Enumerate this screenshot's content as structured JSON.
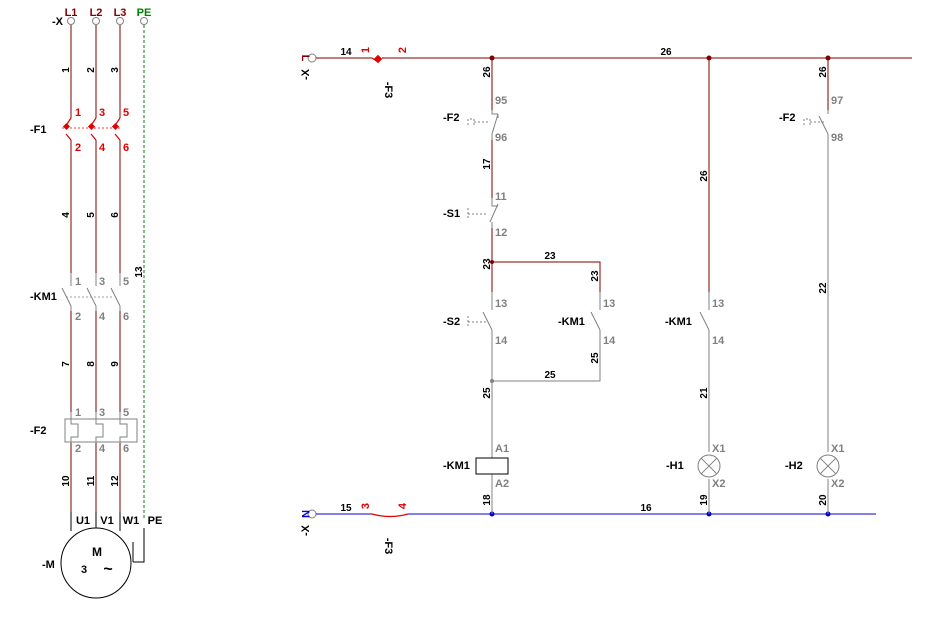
{
  "colors": {
    "phase_wire": "#800000",
    "neutral_wire": "#0000cc",
    "pe_wire": "#008000",
    "component": "#808080",
    "fuse": "#e00000"
  },
  "power": {
    "terminal_strip": "-X",
    "phases": [
      "L1",
      "L2",
      "L3"
    ],
    "pe": "PE",
    "fuse_tag": "-F1",
    "contactor_tag": "-KM1",
    "overload_tag": "-F2",
    "motor_tag": "-M",
    "motor_symbol": "M",
    "motor_phases": "3",
    "motor_ac": "~",
    "motor_terminals": [
      "U1",
      "V1",
      "W1",
      "PE"
    ],
    "wires_top": [
      "1",
      "2",
      "3"
    ],
    "wires_fuse_out": [
      "4",
      "5",
      "6"
    ],
    "wires_km_out": [
      "7",
      "8",
      "9"
    ],
    "wires_motor": [
      "10",
      "11",
      "12"
    ],
    "wire_pe": "13",
    "fuse_terms_in": [
      "1",
      "3",
      "5"
    ],
    "fuse_terms_out": [
      "2",
      "4",
      "6"
    ],
    "km_terms_in": [
      "1",
      "3",
      "5"
    ],
    "km_terms_out": [
      "2",
      "4",
      "6"
    ],
    "f2_terms_in": [
      "1",
      "3",
      "5"
    ],
    "f2_terms_out": [
      "2",
      "4",
      "6"
    ]
  },
  "control": {
    "supply_L": {
      "terminal": "-X",
      "conductor": "L",
      "wire_in": "14",
      "fuse_tag": "-F3",
      "fuse_t1": "1",
      "fuse_t2": "2",
      "wire_bus": "26"
    },
    "supply_N": {
      "terminal": "-X",
      "conductor": "N",
      "wire_in": "15",
      "fuse_tag": "-F3",
      "fuse_t1": "3",
      "fuse_t2": "4",
      "wire_bus": "16"
    },
    "branch1": {
      "w_top": "26",
      "f2_tag": "-F2",
      "f2_t1": "95",
      "f2_t2": "96",
      "w_17": "17",
      "s1_tag": "-S1",
      "s1_t1": "11",
      "s1_t2": "12",
      "w_23a": "23",
      "w_23b": "23",
      "w_23c": "23",
      "s2_tag": "-S2",
      "s2_t1": "13",
      "s2_t2": "14",
      "km1_tag": "-KM1",
      "km1_t1": "13",
      "km1_t2": "14",
      "w_25a": "25",
      "w_25b": "25",
      "w_25c": "25",
      "coil_tag": "-KM1",
      "coil_a1": "A1",
      "coil_a2": "A2",
      "w_bottom": "18"
    },
    "branch2": {
      "w_top": "26",
      "km1_tag": "-KM1",
      "km1_t1": "13",
      "km1_t2": "14",
      "w_mid": "21",
      "lamp_tag": "-H1",
      "lamp_x1": "X1",
      "lamp_x2": "X2",
      "w_bottom": "19"
    },
    "branch3": {
      "w_top": "26",
      "f2_tag": "-F2",
      "f2_t1": "97",
      "f2_t2": "98",
      "w_mid": "22",
      "lamp_tag": "-H2",
      "lamp_x1": "X1",
      "lamp_x2": "X2",
      "w_bottom": "20"
    }
  }
}
